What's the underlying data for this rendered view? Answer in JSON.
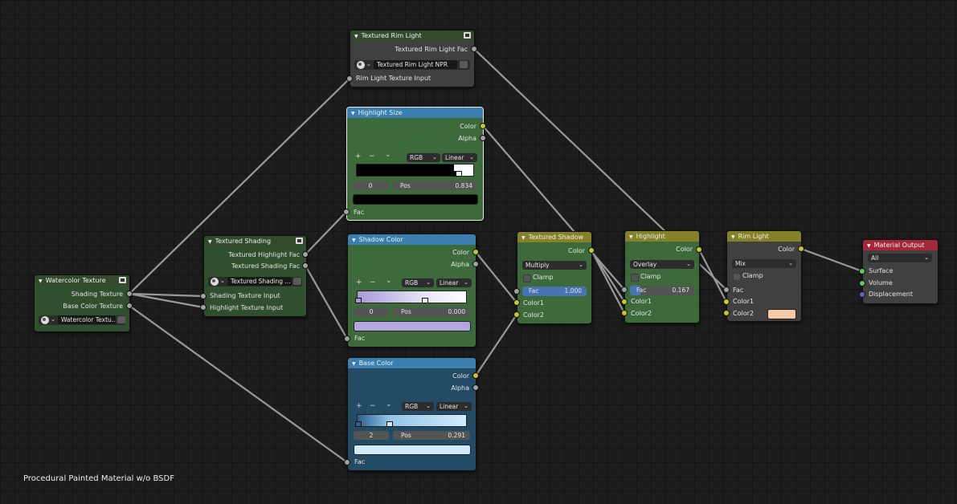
{
  "canvas_label": "Procedural Painted Material w/o BSDF",
  "colors": {
    "group_header": "#334b2c",
    "group_body": "#2f4f2f",
    "converter_header": "#3b7fb0",
    "converter_body_green": "#3c6a3a",
    "converter_body_blue": "#244b66",
    "mix_header": "#858128",
    "output_header": "#a5283a",
    "socket_color": "#c7c729",
    "socket_float": "#a1a1a1",
    "socket_shader": "#63c763",
    "socket_vector": "#6363c7"
  },
  "watercolor": {
    "title": "Watercolor Texture",
    "out1": "Shading Texture",
    "out2": "Base Color Texture",
    "datablock": "Watercolor Textu...",
    "group_icon": "node-group-icon"
  },
  "shading": {
    "title": "Textured Shading",
    "out1": "Textured Highlight Fac",
    "out2": "Textured Shading Fac",
    "datablock": "Textured Shading ...",
    "in1": "Shading Texture Input",
    "in2": "Highlight Texture Input"
  },
  "rimtex": {
    "title": "Textured Rim Light",
    "out1": "Textured Rim Light Fac",
    "datablock": "Textured Rim Light NPR",
    "in1": "Rim Light Texture Input"
  },
  "hlsize": {
    "title": "Highlight Size",
    "out_color": "Color",
    "out_alpha": "Alpha",
    "plus": "+",
    "minus": "−",
    "chev": "⌄",
    "mode": "RGB",
    "interp": "Linear",
    "index": "0",
    "pos_label": "Pos",
    "pos_value": "0.834",
    "swatch": "#000000",
    "in_fac": "Fac"
  },
  "shadowcolor": {
    "title": "Shadow Color",
    "out_color": "Color",
    "out_alpha": "Alpha",
    "plus": "+",
    "minus": "−",
    "chev": "⌄",
    "mode": "RGB",
    "interp": "Linear",
    "index": "0",
    "pos_label": "Pos",
    "pos_value": "0.000",
    "swatch": "#b6a6e0",
    "in_fac": "Fac"
  },
  "basecolor": {
    "title": "Base Color",
    "out_color": "Color",
    "out_alpha": "Alpha",
    "plus": "+",
    "minus": "−",
    "chev": "⌄",
    "mode": "RGB",
    "interp": "Linear",
    "index": "2",
    "pos_label": "Pos",
    "pos_value": "0.291",
    "swatch": "#cfeaf9",
    "in_fac": "Fac"
  },
  "texshadow": {
    "title": "Textured Shadow",
    "out_color": "Color",
    "blend": "Multiply",
    "clamp": "Clamp",
    "fac_label": "Fac",
    "fac_value": "1.000",
    "fac_fraction": 1.0,
    "in_color1": "Color1",
    "in_color2": "Color2"
  },
  "highlight": {
    "title": "Highlight",
    "out_color": "Color",
    "blend": "Overlay",
    "clamp": "Clamp",
    "fac_label": "Fac",
    "fac_value": "0.167",
    "fac_fraction": 0.167,
    "in_color1": "Color1",
    "in_color2": "Color2"
  },
  "rimlight": {
    "title": "Rim Light",
    "out_color": "Color",
    "blend": "Mix",
    "clamp": "Clamp",
    "in_fac": "Fac",
    "in_color1": "Color1",
    "in_color2": "Color2",
    "color2_swatch": "#f7c9a8"
  },
  "matout": {
    "title": "Material Output",
    "target": "All",
    "in_surface": "Surface",
    "in_volume": "Volume",
    "in_displacement": "Displacement"
  },
  "icons": {
    "collapse": "triangle-down-icon",
    "group": "node-group-icon",
    "datablock": "material-sphere-icon",
    "fake_user": "shield-icon"
  }
}
